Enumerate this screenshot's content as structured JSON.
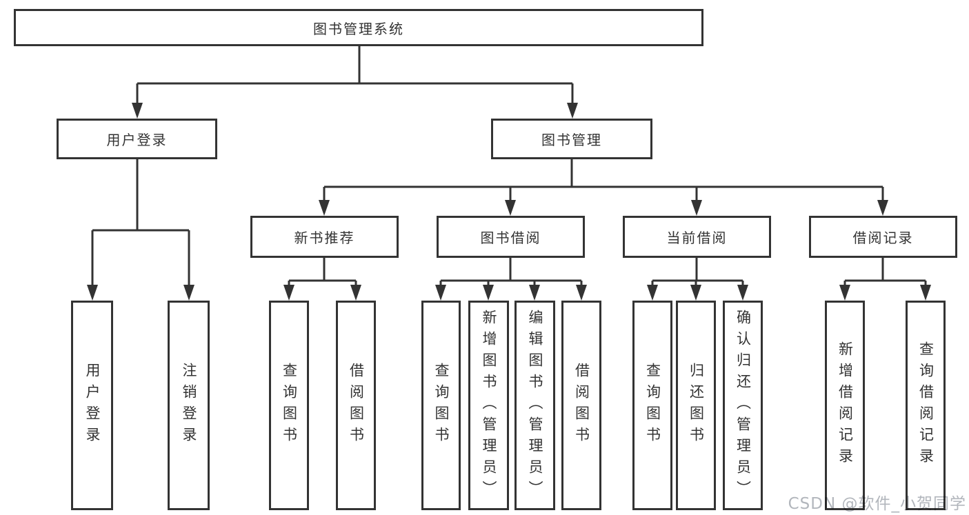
{
  "diagram": {
    "root": {
      "label": "图书管理系统"
    },
    "level2": [
      {
        "label": "用户登录",
        "children": [
          "用户登录",
          "注销登录"
        ]
      },
      {
        "label": "图书管理",
        "groups": [
          {
            "label": "新书推荐",
            "children": [
              "查询图书",
              "借阅图书"
            ]
          },
          {
            "label": "图书借阅",
            "children": [
              "查询图书",
              "新增图书（管理员）",
              "编辑图书（管理员）",
              "借阅图书"
            ]
          },
          {
            "label": "当前借阅",
            "children": [
              "查询图书",
              "归还图书",
              "确认归还（管理员）"
            ]
          },
          {
            "label": "借阅记录",
            "children": [
              "新增借阅记录",
              "查询借阅记录"
            ]
          }
        ]
      }
    ]
  },
  "watermark": {
    "text": "CSDN @软件_小贺同学"
  },
  "colors": {
    "line": "#333333",
    "box_border": "#333333",
    "text": "#333333",
    "background": "#ffffff",
    "watermark": "#b2b6bc"
  }
}
